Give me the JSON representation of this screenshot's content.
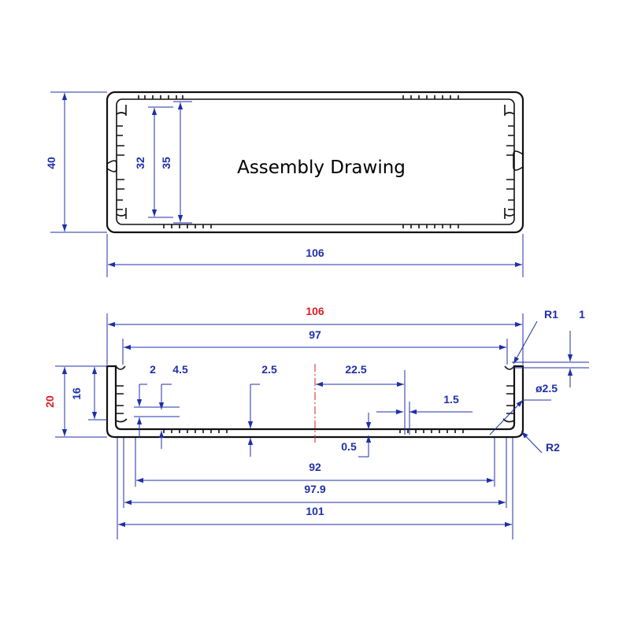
{
  "diagram": {
    "title": "Assembly Drawing",
    "colors": {
      "dimension": "#1f2fa8",
      "highlight": "#d81f26",
      "outline": "#111111"
    },
    "top_view": {
      "height_label": "40",
      "inner_outer_label": "35",
      "inner_label": "32",
      "width_label": "106"
    },
    "front_view": {
      "overall_width_label": "106",
      "width_97_label": "97",
      "height_20_label": "20",
      "height_16_label": "16",
      "dim_2_label": "2",
      "dim_4_5_label": "4.5",
      "dim_2_5_label": "2.5",
      "dim_22_5_label": "22.5",
      "dim_1_5_label": "1.5",
      "dim_0_5_label": "0.5",
      "r1_label": "R1",
      "dim_1_label": "1",
      "diameter_label": "ø2.5",
      "r2_label": "R2",
      "width_92_label": "92",
      "width_97_9_label": "97.9",
      "width_101_label": "101"
    }
  }
}
